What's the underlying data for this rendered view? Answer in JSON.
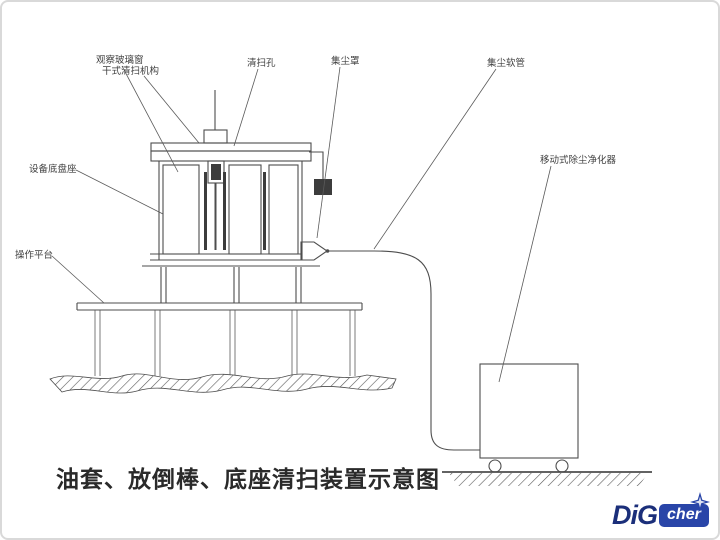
{
  "frame": {
    "bg": "#ffffff",
    "border": "#d9d9d9",
    "line": "#4d4d4d"
  },
  "title": {
    "text": "油套、放倒棒、底座清扫装置示意图"
  },
  "labels": [
    {
      "text": "观察玻璃窗"
    },
    {
      "text": "干式清扫机构"
    },
    {
      "text": "清扫孔"
    },
    {
      "text": "集尘罩"
    },
    {
      "text": "集尘软管"
    },
    {
      "text": "移动式除尘净化器"
    },
    {
      "text": "设备底盘座"
    },
    {
      "text": "操作平台"
    }
  ],
  "logo": {
    "dig": "DiG",
    "cher": "cher",
    "navy": "#1b2f7a",
    "blue": "#2945a8"
  }
}
